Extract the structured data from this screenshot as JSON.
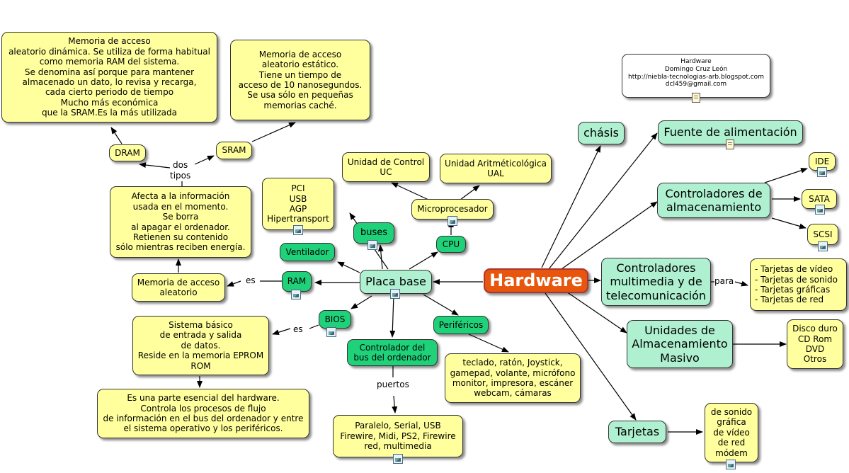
{
  "central": "Hardware",
  "info": [
    "Hardware",
    "Domingo Cruz León",
    "http://niebla-tecnologias-arb.blogspot.com",
    "dcl459@gmail.com"
  ],
  "right": {
    "chasis": "chásis",
    "fuente": "Fuente de alimentación",
    "controladores_alm": [
      "Controladores de",
      "almacenamiento"
    ],
    "ide": "IDE",
    "sata": "SATA",
    "scsi": "SCSI",
    "controladores_mult": [
      "Controladores",
      "multimedia y de",
      "telecomunicación"
    ],
    "para": "para",
    "tarjetas_list": [
      "- Tarjetas de vídeo",
      "- Tarjetas de sonido",
      "- Tarjetas gráficas",
      "- Tarjetas de red"
    ],
    "unidades": [
      "Unidades de",
      "Almacenamiento",
      "Masivo"
    ],
    "unidades_list": [
      "Disco duro",
      "CD Rom",
      "DVD",
      "Otros"
    ],
    "tarjetas": "Tarjetas",
    "tarjetas_tipos": [
      "de sonido",
      "gráfica",
      "de vídeo",
      "de red",
      "módem"
    ]
  },
  "left": {
    "placa": "Placa base",
    "microprocesador": "Microprocesador",
    "uc": [
      "Unidad de Control",
      "UC"
    ],
    "ual": [
      "Unidad Aritméticológica",
      "UAL"
    ],
    "cpu": "CPU",
    "buses": "buses",
    "buses_list": [
      "PCI",
      "USB",
      "AGP",
      "Hipertransport"
    ],
    "ventilador": "Ventilador",
    "ram": "RAM",
    "es1": "es",
    "memoria_acceso": [
      "Memoria de acceso",
      "aleatorio"
    ],
    "afecta": [
      "Afecta a la información",
      "usada en el momento.",
      "Se borra",
      "al apagar el ordenador.",
      "Retienen su contenido",
      "sólo mientras reciben energía."
    ],
    "dos_tipos": [
      "dos",
      "tipos"
    ],
    "dram": "DRAM",
    "sram": "SRAM",
    "dram_desc": [
      "Memoria de acceso",
      "aleatorio dinámica. Se utiliza de forma habitual",
      "como memoria RAM del sistema.",
      "Se denomina así porque para mantener",
      "almacenado un dato, lo revisa y recarga,",
      "cada cierto periodo de tiempo",
      "Mucho más económica",
      "que la SRAM.Es la más utilizada"
    ],
    "sram_desc": [
      "Memoria de acceso",
      "aleatorio estático.",
      "Tiene un tiempo de",
      "acceso de 10 nanosegundos.",
      "Se usa sólo en pequeñas",
      "memorias caché."
    ],
    "bios": "BIOS",
    "es2": "es",
    "bios_desc": [
      "Sistema básico",
      "de entrada y salida",
      "de datos.",
      "Reside en la memoria EPROM",
      "ROM"
    ],
    "controlador_bus": [
      "Controlador del",
      "bus del ordenador"
    ],
    "controlador_desc": [
      "Es una parte esencial del hardware.",
      "Controla los procesos de flujo",
      "de información en el bus del ordenador y entre",
      "el sistema operativo y los periféricos."
    ],
    "puertos": "puertos",
    "puertos_list": [
      "Paralelo, Serial, USB",
      "Firewire, Midi, PS2, Firewire",
      "red, multimedia"
    ],
    "perifericos": "Periféricos",
    "perifericos_list": [
      "teclado, ratón, Joystick,",
      "gamepad, volante, micrófono",
      "monitor, impresora, escáner",
      "webcam, cámaras"
    ]
  }
}
